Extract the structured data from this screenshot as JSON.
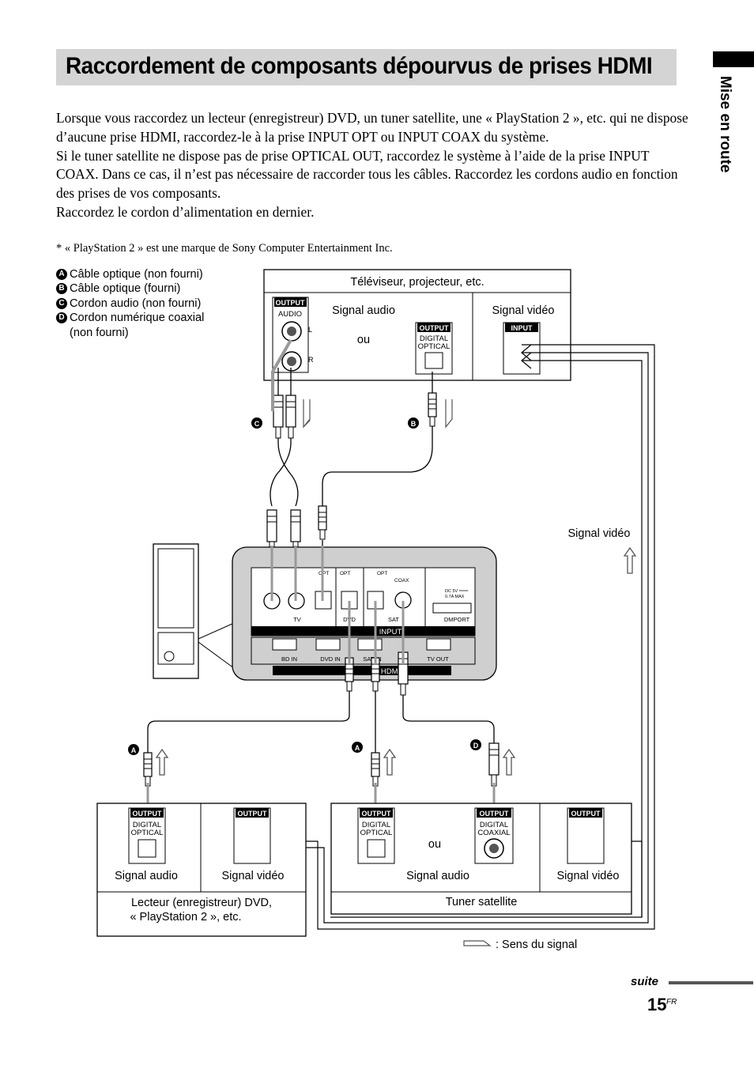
{
  "title": "Raccordement de composants dépourvus de prises HDMI",
  "side_label": "Mise en route",
  "intro": [
    "Lorsque vous raccordez un lecteur (enregistreur) DVD, un tuner satellite, une « PlayStation 2 », etc. qui ne dispose d’aucune prise HDMI, raccordez-le à la prise INPUT OPT ou INPUT COAX du système.",
    "Si le tuner satellite ne dispose pas de prise OPTICAL OUT, raccordez le système à l’aide de la prise INPUT COAX. Dans ce cas, il n’est pas nécessaire de raccorder tous les câbles. Raccordez les cordons audio en fonction des prises de vos composants.",
    "Raccordez le cordon d’alimentation en dernier."
  ],
  "footnote": "*   « PlayStation 2 » est une marque de Sony Computer Entertainment Inc.",
  "legend": [
    {
      "badge": "A",
      "text": "Câble optique (non fourni)"
    },
    {
      "badge": "B",
      "text": "Câble optique (fourni)"
    },
    {
      "badge": "C",
      "text": "Cordon audio (non fourni)"
    },
    {
      "badge": "D",
      "text": "Cordon numérique coaxial"
    },
    {
      "badge": "",
      "text": "(non fourni)"
    }
  ],
  "diagram": {
    "tv_title": "Téléviseur, projecteur, etc.",
    "signal_audio": "Signal audio",
    "signal_video": "Signal vidéo",
    "ou": "ou",
    "output": "OUTPUT",
    "input": "INPUT",
    "audio": "AUDIO",
    "l": "L",
    "r": "R",
    "digital": "DIGITAL",
    "optical": "OPTICAL",
    "coaxial": "COAXIAL",
    "dvd_title": "Lecteur (enregistreur) DVD,\n« PlayStation 2 », etc.",
    "dvd_title_1": "Lecteur (enregistreur) DVD,",
    "dvd_title_2": "« PlayStation 2 », etc.",
    "sat_title": "Tuner satellite",
    "signal_direction": ": Sens du signal",
    "panel": {
      "opt1": "OPT",
      "opt2": "OPT",
      "opt3": "OPT",
      "coax": "COAX",
      "tv": "TV",
      "dvd": "DVD",
      "sat": "SAT",
      "dmport": "DMPORT",
      "dc": "DC 5V ═══",
      "max": "0.7A MAX",
      "input_bar": "INPUT",
      "bd_in": "BD IN",
      "dvd_in": "DVD IN",
      "sat_in": "SAT IN",
      "tv_out": "TV OUT",
      "hdmi": "HDMI"
    },
    "badges": {
      "a": "A",
      "b": "B",
      "c": "C",
      "d": "D"
    }
  },
  "footer": {
    "suite": "suite",
    "page": "15",
    "sup": "FR"
  },
  "colors": {
    "title_bar": "#d4d4d4",
    "cable_gray": "#9a9a9a",
    "panel_gray": "#cfcfcf"
  }
}
